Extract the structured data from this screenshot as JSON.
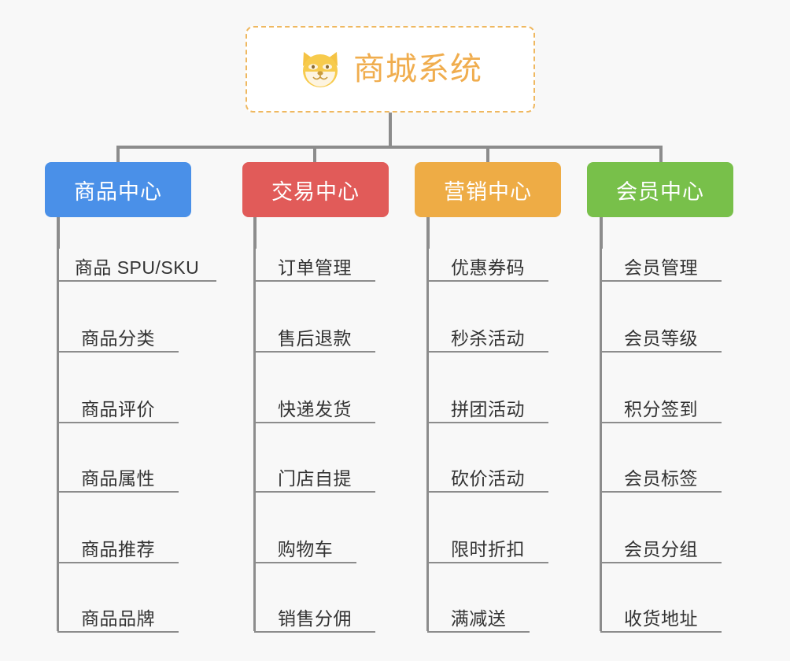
{
  "diagram": {
    "type": "tree",
    "background_color": "#f8f8f8",
    "connector_color": "#8c8c8c",
    "root": {
      "title": "商城系统",
      "icon": "shiba-dog-emoji",
      "text_color": "#f0ad4e",
      "border_color": "#efb860",
      "background_color": "#ffffff"
    },
    "categories": [
      {
        "label": "商品中心",
        "color": "#4a90e8",
        "items": [
          "商品 SPU/SKU",
          "商品分类",
          "商品评价",
          "商品属性",
          "商品推荐",
          "商品品牌"
        ]
      },
      {
        "label": "交易中心",
        "color": "#e15b59",
        "items": [
          "订单管理",
          "售后退款",
          "快递发货",
          "门店自提",
          "购物车",
          "销售分佣"
        ]
      },
      {
        "label": "营销中心",
        "color": "#eeac45",
        "items": [
          "优惠券码",
          "秒杀活动",
          "拼团活动",
          "砍价活动",
          "限时折扣",
          "满减送"
        ]
      },
      {
        "label": "会员中心",
        "color": "#78c04a",
        "items": [
          "会员管理",
          "会员等级",
          "积分签到",
          "会员标签",
          "会员分组",
          "收货地址"
        ]
      }
    ]
  }
}
